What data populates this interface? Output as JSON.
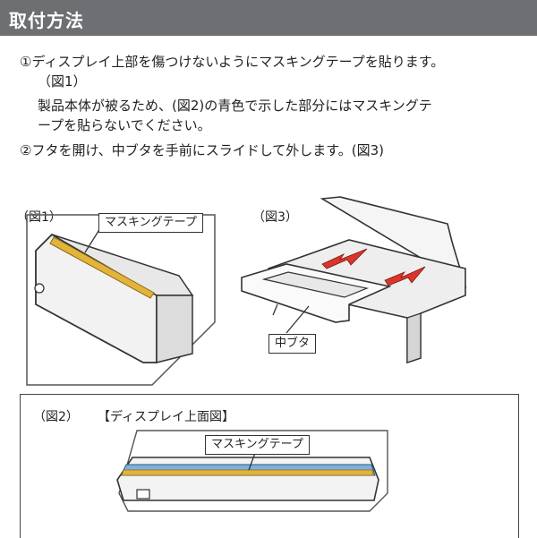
{
  "header": {
    "title": "取付方法"
  },
  "steps": {
    "step1_line1": "①ディスプレイ上部を傷つけないようにマスキングテープを貼ります。",
    "step1_line2": "（図1）",
    "step1_note1": "製品本体が被るため、(図2)の青色で示した部分にはマスキングテ",
    "step1_note2": "ープを貼らないでください。",
    "step2_line1": "②フタを開け、中ブタを手前にスライドして外します。(図3)"
  },
  "fig1": {
    "label": "（図1）",
    "callout": "マスキングテープ"
  },
  "fig3": {
    "label": "（図3）",
    "callout": "中ブタ"
  },
  "fig2": {
    "label": "（図2）",
    "title": "【ディスプレイ上面図】",
    "callout": "マスキングテープ"
  },
  "colors": {
    "header": "#6d6f73",
    "tape": "#e3b43c",
    "tape_blue": "#7fb0dc",
    "arrow": "#d9352b"
  }
}
